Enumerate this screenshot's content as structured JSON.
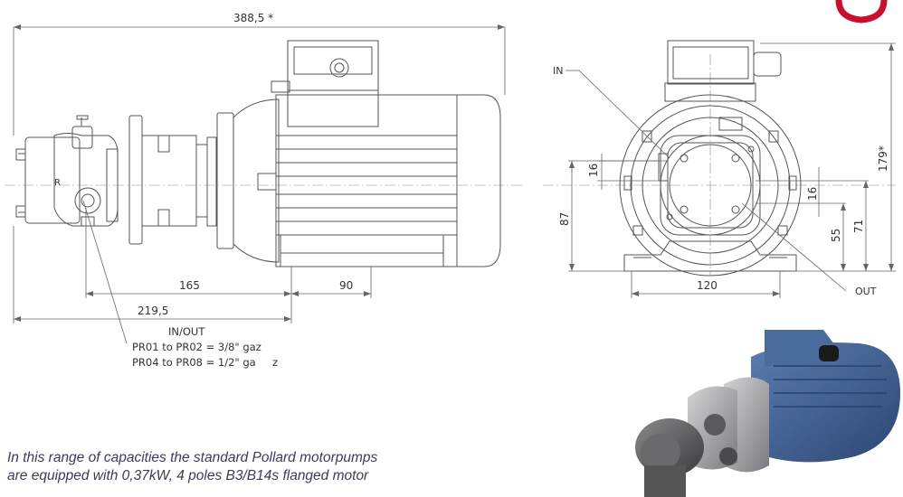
{
  "dimensions": {
    "overall_length": "388,5 *",
    "pump_length": "165",
    "motor_length": "90",
    "inlet_position": "219,5",
    "front_width": "120",
    "front_height": "179*",
    "shaft_height": "87",
    "port_offset_left": "16",
    "port_offset_right": "16",
    "height_55": "55",
    "height_71": "71"
  },
  "port_labels": {
    "in": "IN",
    "out": "OUT",
    "r_mark": "R"
  },
  "connection_note": {
    "title": "IN/OUT",
    "line1": "PR01 to PR02 = 3/8\" gaz",
    "line2": "PR04 to PR08 = 1/2\" ga     z"
  },
  "caption": {
    "line1": "In this range of capacities the standard Pollard motorpumps",
    "line2": "are equipped with 0,37kW, 4 poles B3/B14s flanged motor"
  },
  "colors": {
    "logo_red": "#c8102e",
    "motor_blue": "#3d5f8f",
    "pump_silver": "#a8a8ab"
  }
}
